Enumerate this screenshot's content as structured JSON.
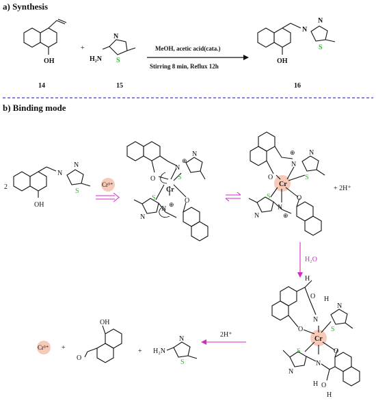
{
  "sections": {
    "synthesis_title": "a) Synthesis",
    "binding_title": "b) Binding mode"
  },
  "synthesis": {
    "compound_14": "14",
    "compound_15": "15",
    "compound_16": "16",
    "plus": "+",
    "oh": "OH",
    "h2n": "H₂N",
    "n": "N",
    "s": "S",
    "condition_1": "MeOH, acetic acid(cata.)",
    "condition_2": "Stirring 8 min, Reflux 12h"
  },
  "binding": {
    "coefficient": "2",
    "cr_ion": "Cr³⁺",
    "cr": "Cr",
    "o": "O",
    "n": "N",
    "s": "S",
    "h": "H",
    "oh": "OH",
    "h2n": "H₂N",
    "plus_charge": "⊕",
    "product_h": "+  2H⁺",
    "plus": "+",
    "water": "H₂O",
    "proton_reverse": "2H⁺"
  },
  "colors": {
    "arrow_magenta": "#d428c8",
    "divider_blue": "#3b3bd6",
    "sulfur_green": "#2fb82f",
    "cr_halo": "#f6c9b8"
  }
}
